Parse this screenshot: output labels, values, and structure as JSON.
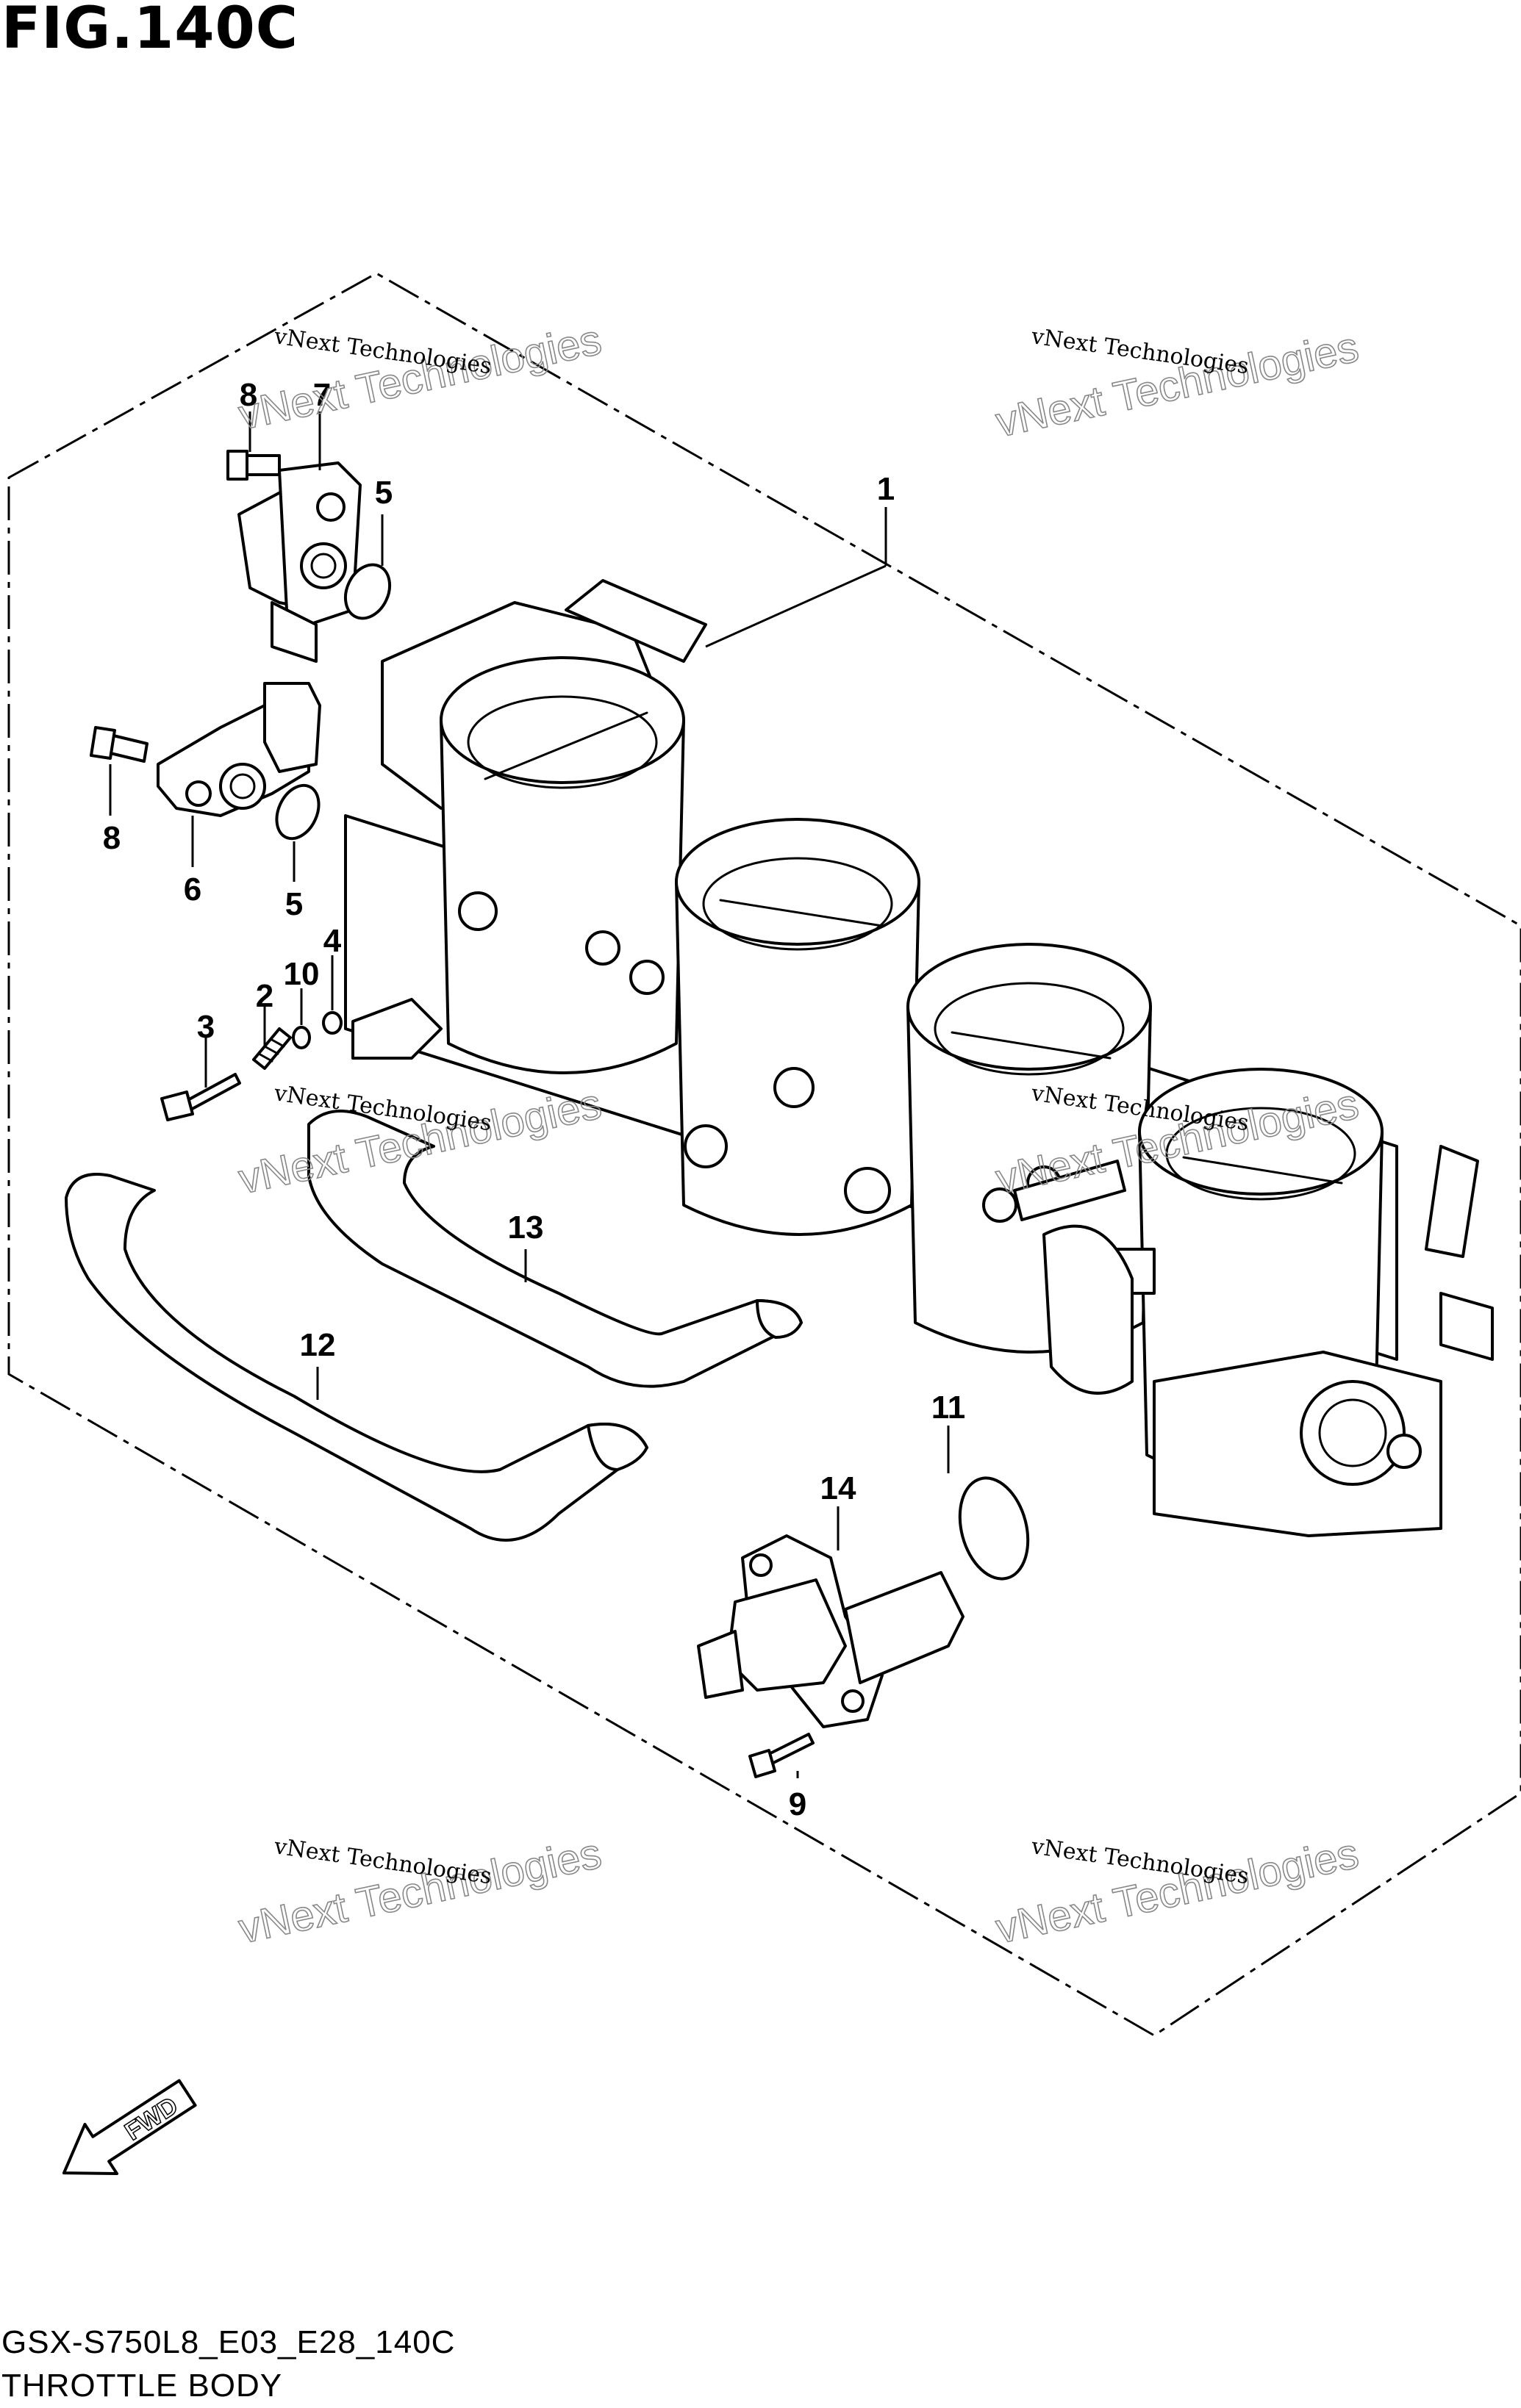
{
  "figure": {
    "title": "FIG.140C",
    "model_code": "GSX-S750L8_E03_E28_140C",
    "subtitle": "THROTTLE BODY"
  },
  "fwd_label": "FWD",
  "watermark": {
    "line1": "vNext Technologies",
    "line2": "vNext Technologies"
  },
  "callouts": [
    {
      "id": "1",
      "label": "1"
    },
    {
      "id": "2",
      "label": "2"
    },
    {
      "id": "3",
      "label": "3"
    },
    {
      "id": "4",
      "label": "4"
    },
    {
      "id": "5a",
      "label": "5"
    },
    {
      "id": "5b",
      "label": "5"
    },
    {
      "id": "6",
      "label": "6"
    },
    {
      "id": "7",
      "label": "7"
    },
    {
      "id": "8a",
      "label": "8"
    },
    {
      "id": "8b",
      "label": "8"
    },
    {
      "id": "9",
      "label": "9"
    },
    {
      "id": "10",
      "label": "10"
    },
    {
      "id": "11",
      "label": "11"
    },
    {
      "id": "12",
      "label": "12"
    },
    {
      "id": "13",
      "label": "13"
    },
    {
      "id": "14",
      "label": "14"
    }
  ],
  "colors": {
    "line": "#000000",
    "background": "#ffffff",
    "watermark": "#888888"
  }
}
